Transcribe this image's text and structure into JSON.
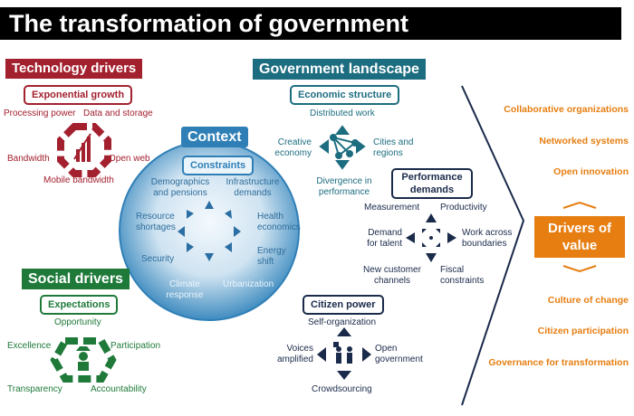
{
  "title": "The transformation of government",
  "technology": {
    "header": "Technology drivers",
    "sub": "Exponential growth",
    "items": [
      "Processing power",
      "Data and storage",
      "Bandwidth",
      "Open web",
      "Mobile bandwidth"
    ]
  },
  "context": {
    "header": "Context",
    "sub": "Constraints",
    "items": [
      "Demographics and pensions",
      "Infrastructure demands",
      "Resource shortages",
      "Health economics",
      "Security",
      "Energy shift",
      "Climate response",
      "Urbanization"
    ]
  },
  "social": {
    "header": "Social drivers",
    "sub": "Expectations",
    "items": [
      "Opportunity",
      "Excellence",
      "Participation",
      "Transparency",
      "Accountability"
    ]
  },
  "government": {
    "header": "Government landscape",
    "economic": {
      "sub": "Economic structure",
      "items": [
        "Distributed work",
        "Creative economy",
        "Cities and regions",
        "Divergence in performance"
      ]
    },
    "performance": {
      "sub": "Performance demands",
      "items": [
        "Measurement",
        "Productivity",
        "Demand for talent",
        "Work across boundaries",
        "New customer channels",
        "Fiscal constraints"
      ]
    },
    "citizen": {
      "sub": "Citizen power",
      "items": [
        "Self-organization",
        "Voices amplified",
        "Open government",
        "Crowdsourcing"
      ]
    }
  },
  "drivers": {
    "header": "Drivers of value",
    "top": [
      "Collaborative organizations",
      "Networked systems",
      "Open innovation"
    ],
    "bottom": [
      "Culture of change",
      "Citizen participation",
      "Governance for transformation"
    ]
  },
  "colors": {
    "technology": "#a3202f",
    "government": "#1d6d80",
    "social": "#1f7a3a",
    "context": "#3a8fc4",
    "drivers": "#e67e11"
  }
}
